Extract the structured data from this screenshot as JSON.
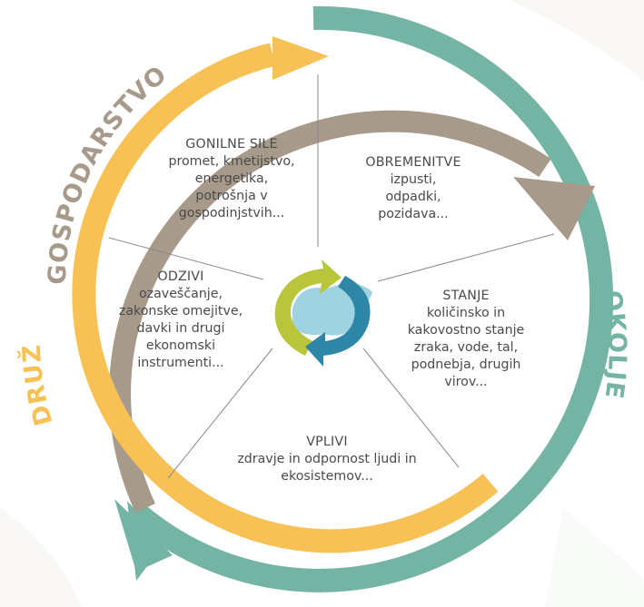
{
  "ring_labels": {
    "top": "GOSPODARSTVO",
    "right": "OKOLJE",
    "left": "DRUŽBA"
  },
  "segments": {
    "gonilne_sile": {
      "title": "GONILNE SILE",
      "text": "promet, kmetijstvo,\nenergetika,\npotrošnja v\ngospodinjstvih..."
    },
    "obremenitve": {
      "title": "OBREMENITVE",
      "text": "izpusti,\nodpadki,\npozidava..."
    },
    "stanje": {
      "title": "STANJE",
      "text": "količinsko in\nkakovostno stanje\nzraka, vode, tal,\npodnebja, drugih\nvirov..."
    },
    "vplivi": {
      "title": "VPLIVI",
      "text": "zdravje in odpornost ljudi in\nekosistemov..."
    },
    "odzivi": {
      "title": "ODZIVI",
      "text": "ozaveščanje,\nzakonske omejitve,\ndavki in drugi\nekonomski\ninstrumenti..."
    }
  },
  "colors": {
    "economy_ring": "#a89a8a",
    "society_ring": "#f7c156",
    "environment_ring": "#74b4a5",
    "center_yellow": "#b9c53b",
    "center_blue": "#2f87a8",
    "center_lightblue": "#9fd3e2",
    "divider": "#8a8a8a",
    "text": "#4a4a4a"
  }
}
